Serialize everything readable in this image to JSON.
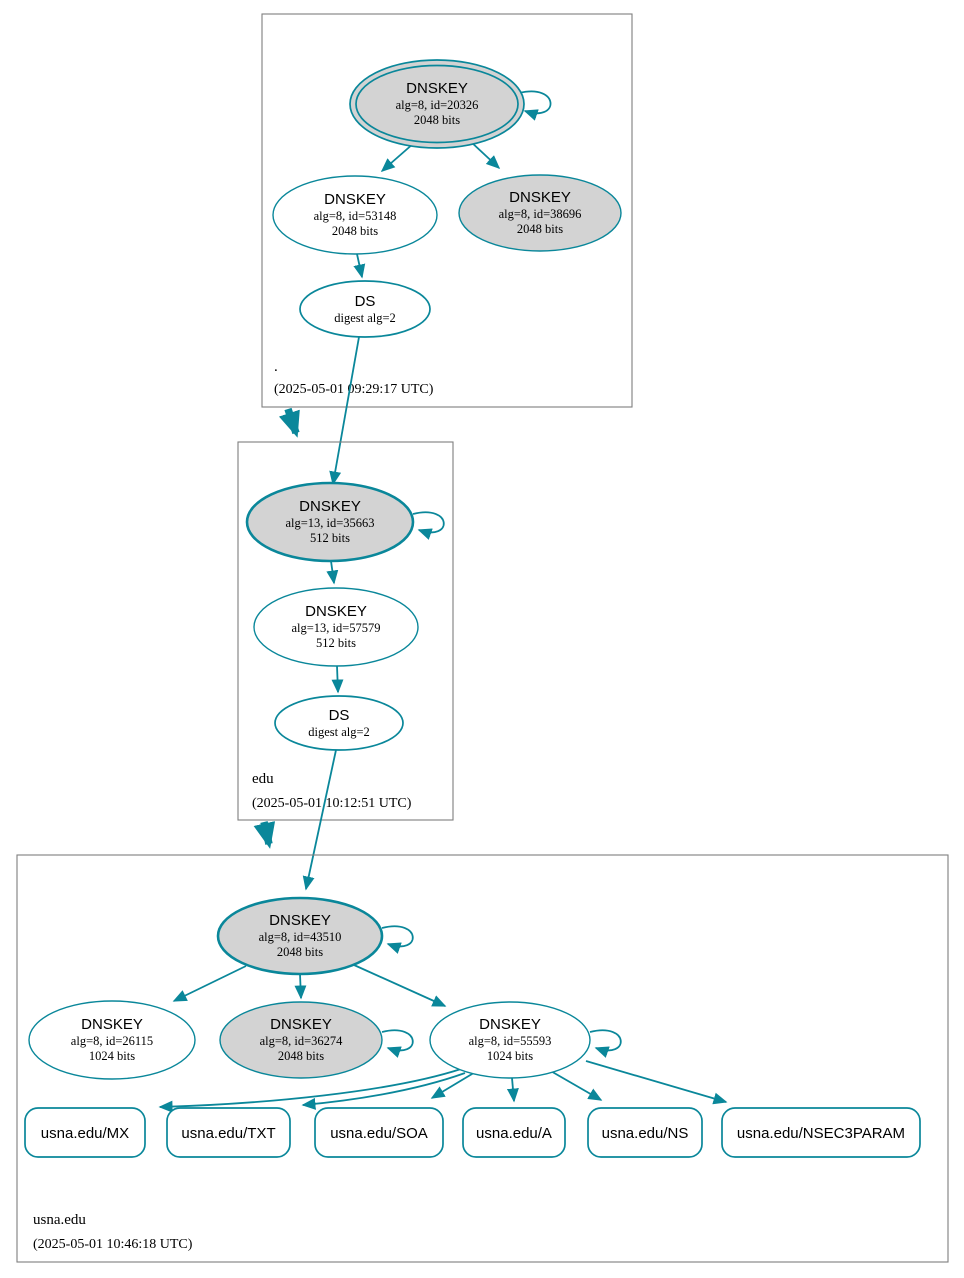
{
  "graph": {
    "zones": [
      {
        "label": ".",
        "timestamp": "(2025-05-01 09:29:17 UTC)"
      },
      {
        "label": "edu",
        "timestamp": "(2025-05-01 10:12:51 UTC)"
      },
      {
        "label": "usna.edu",
        "timestamp": "(2025-05-01 10:46:18 UTC)"
      }
    ],
    "nodes": {
      "dnskey_20326": {
        "title": "DNSKEY",
        "detail": "alg=8, id=20326",
        "bits": "2048 bits"
      },
      "dnskey_53148": {
        "title": "DNSKEY",
        "detail": "alg=8, id=53148",
        "bits": "2048 bits"
      },
      "dnskey_38696": {
        "title": "DNSKEY",
        "detail": "alg=8, id=38696",
        "bits": "2048 bits"
      },
      "ds_root": {
        "title": "DS",
        "detail": "digest alg=2"
      },
      "dnskey_35663": {
        "title": "DNSKEY",
        "detail": "alg=13, id=35663",
        "bits": "512 bits"
      },
      "dnskey_57579": {
        "title": "DNSKEY",
        "detail": "alg=13, id=57579",
        "bits": "512 bits"
      },
      "ds_edu": {
        "title": "DS",
        "detail": "digest alg=2"
      },
      "dnskey_43510": {
        "title": "DNSKEY",
        "detail": "alg=8, id=43510",
        "bits": "2048 bits"
      },
      "dnskey_26115": {
        "title": "DNSKEY",
        "detail": "alg=8, id=26115",
        "bits": "1024 bits"
      },
      "dnskey_36274": {
        "title": "DNSKEY",
        "detail": "alg=8, id=36274",
        "bits": "2048 bits"
      },
      "dnskey_55593": {
        "title": "DNSKEY",
        "detail": "alg=8, id=55593",
        "bits": "1024 bits"
      }
    },
    "rrsets": [
      {
        "label": "usna.edu/MX"
      },
      {
        "label": "usna.edu/TXT"
      },
      {
        "label": "usna.edu/SOA"
      },
      {
        "label": "usna.edu/A"
      },
      {
        "label": "usna.edu/NS"
      },
      {
        "label": "usna.edu/NSEC3PARAM"
      }
    ],
    "colors": {
      "secure_edge": "#0a879a",
      "ksk_fill": "#d3d3d3",
      "node_fill": "#ffffff",
      "zone_border": "#7f7f7f"
    }
  }
}
